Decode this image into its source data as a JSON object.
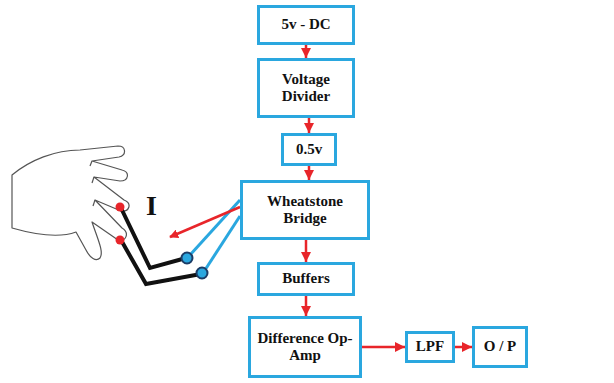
{
  "diagram": {
    "nodes": [
      {
        "text": [
          "5v - DC"
        ]
      },
      {
        "text": [
          "Voltage Divider"
        ]
      },
      {
        "text": [
          "0.5v"
        ]
      },
      {
        "text": [
          "Wheatstone Bridge"
        ]
      },
      {
        "text": [
          "Buffers"
        ]
      },
      {
        "text": [
          "Difference Op-Amp"
        ]
      },
      {
        "text": [
          "LPF"
        ]
      },
      {
        "text": [
          "O / P"
        ]
      }
    ],
    "edges": [
      {
        "from": 0,
        "to": 1,
        "arrow": "to"
      },
      {
        "from": 1,
        "to": 2,
        "arrow": "to"
      },
      {
        "from": 2,
        "to": 3,
        "arrow": "to"
      },
      {
        "from": 3,
        "to": 4,
        "arrow": "to"
      },
      {
        "from": 4,
        "to": 5,
        "arrow": "to"
      },
      {
        "from": 5,
        "to": 6,
        "arrow": "to"
      },
      {
        "from": 6,
        "to": 7,
        "arrow": "to"
      }
    ],
    "labels": [
      "I"
    ]
  }
}
